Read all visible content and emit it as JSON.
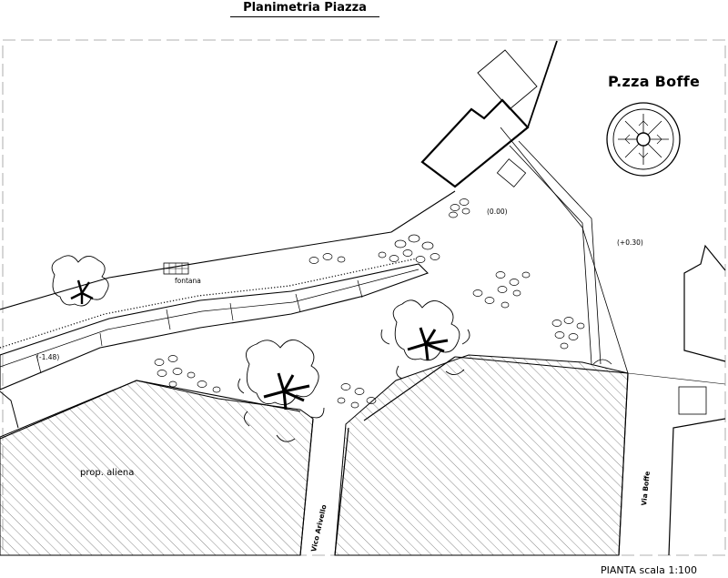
{
  "drawing": {
    "title": "Planimetria Piazza",
    "square_name": "P.zza Boffe",
    "scale_caption": "PIANTA  scala 1:100"
  },
  "labels": {
    "fountain": "fontana",
    "elevation_square": "(0.00)",
    "elevation_upper": "(+0.30)",
    "elevation_lower": "(-1.48)",
    "private_property": "prop. aliena",
    "street_vico": "Vico Arivello",
    "street_via": "Via Boffe"
  },
  "icons": {
    "tree": "tree-icon",
    "fountain_planter": "round-planter-icon"
  }
}
